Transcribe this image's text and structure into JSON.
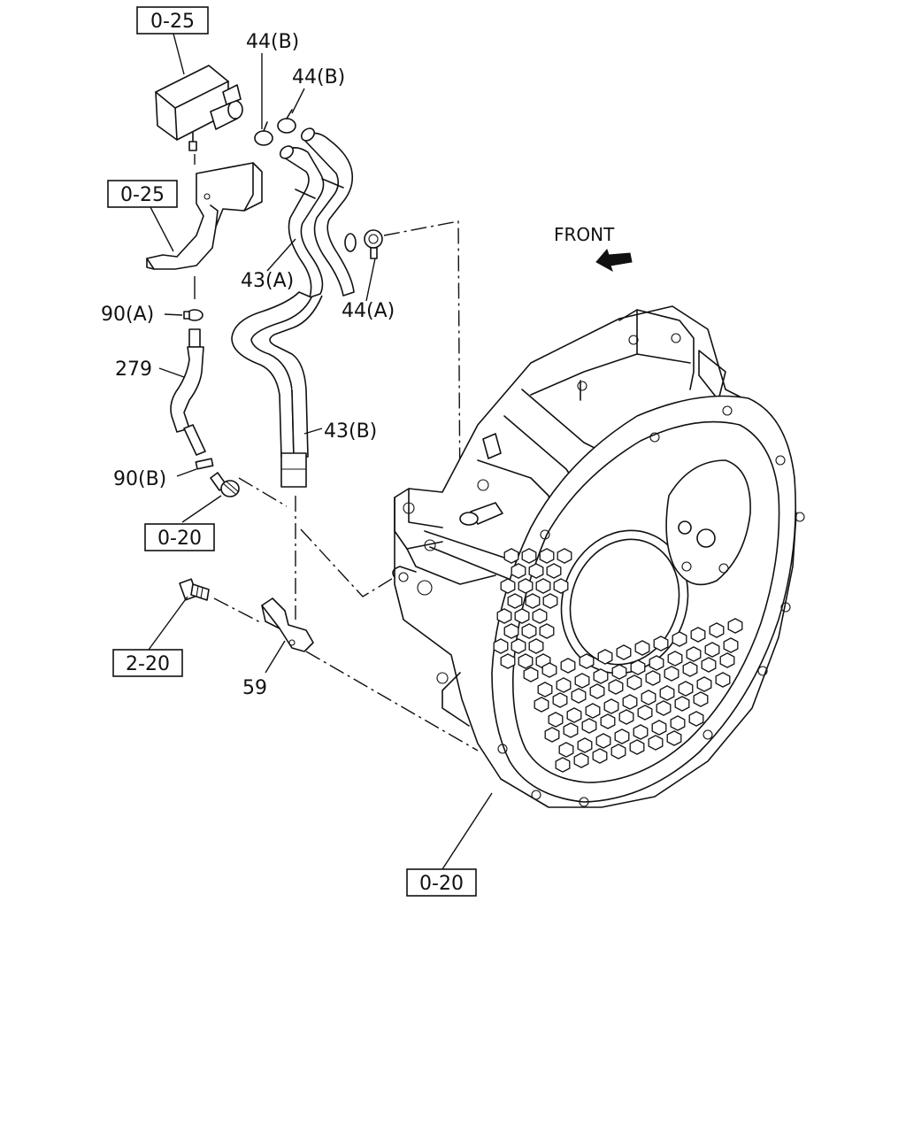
{
  "direction_label": "FRONT",
  "refs": {
    "ref_0_25_top": "0-25",
    "ref_0_25_bracket": "0-25",
    "ref_0_20_elbow": "0-20",
    "ref_2_20_bolt": "2-20",
    "ref_0_20_housing": "0-20"
  },
  "callouts": {
    "clamp_44b_1": "44(B)",
    "clamp_44b_2": "44(B)",
    "hose_43a": "43(A)",
    "clamp_44a": "44(A)",
    "clamp_90a": "90(A)",
    "hose_279": "279",
    "clamp_90b": "90(B)",
    "hose_43b": "43(B)",
    "bracket_59": "59"
  }
}
